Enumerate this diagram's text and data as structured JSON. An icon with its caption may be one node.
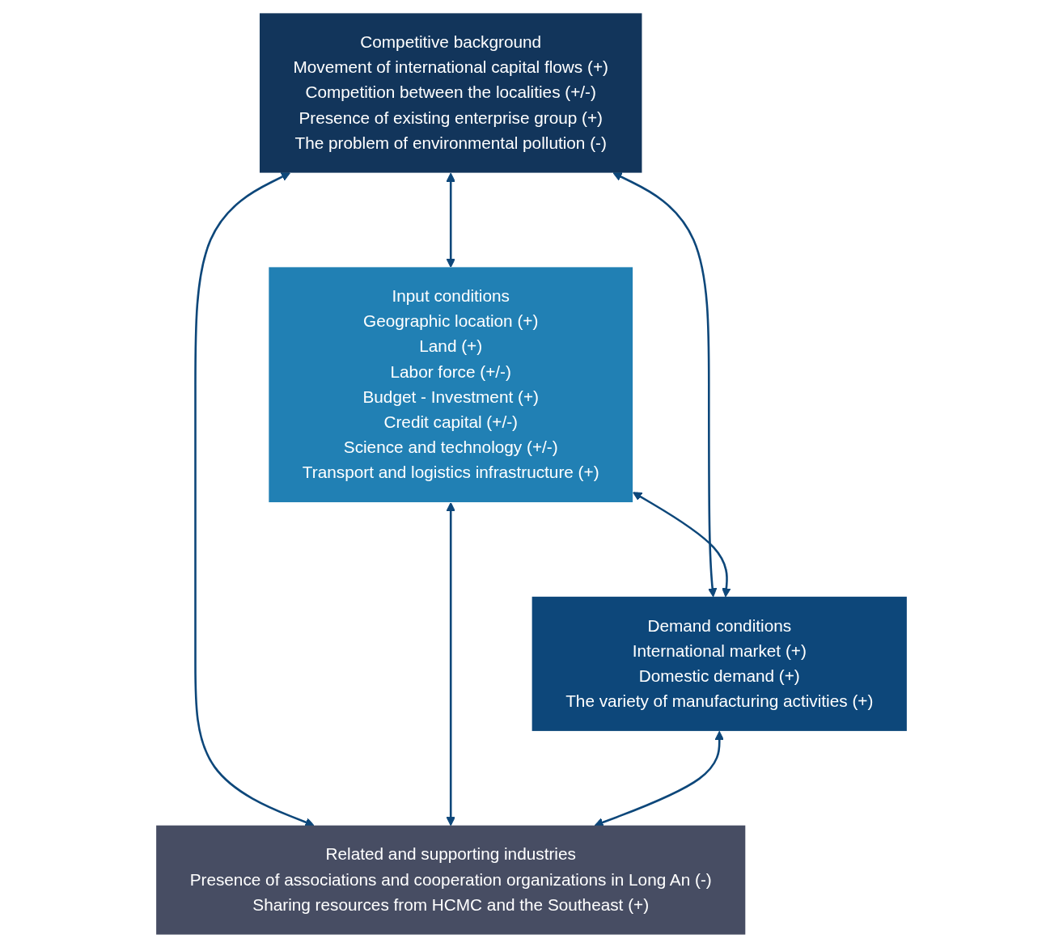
{
  "diagram": {
    "nodes": [
      {
        "text": [
          "Competitive background",
          "Movement of international capital flows (+)",
          "Competition between the localities (+/-)",
          "Presence of existing enterprise group (+)",
          "The problem of environmental pollution (-)"
        ]
      },
      {
        "text": [
          "Input conditions",
          "Geographic location (+)",
          "Land (+)",
          "Labor force (+/-)",
          "Budget - Investment (+)",
          "Credit capital (+/-)",
          "Science and technology (+/-)",
          "Transport and logistics infrastructure (+)"
        ]
      },
      {
        "text": [
          "Demand conditions",
          "International market (+)",
          "Domestic demand (+)",
          "The variety of manufacturing activities (+)"
        ]
      },
      {
        "text": [
          "Related and supporting industries",
          "Presence of associations and cooperation organizations in Long An (-)",
          "Sharing resources from HCMC and the Southeast (+)"
        ]
      }
    ],
    "edges": [
      {
        "from": 0,
        "to": 1,
        "arrow": "both"
      },
      {
        "from": 0,
        "to": 2,
        "arrow": "both"
      },
      {
        "from": 0,
        "to": 3,
        "arrow": "both"
      },
      {
        "from": 1,
        "to": 2,
        "arrow": "both"
      },
      {
        "from": 1,
        "to": 3,
        "arrow": "both"
      },
      {
        "from": 2,
        "to": 3,
        "arrow": "both"
      }
    ]
  }
}
